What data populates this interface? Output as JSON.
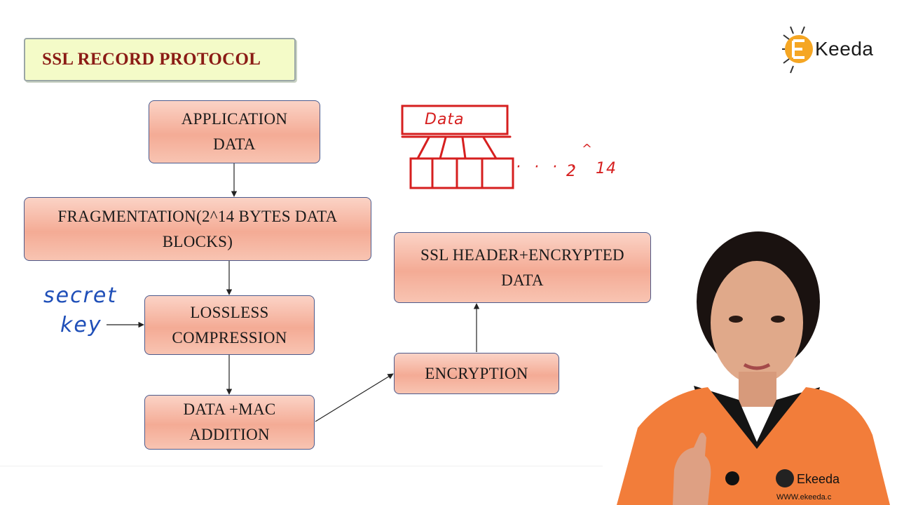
{
  "title": "SSL RECORD PROTOCOL",
  "logo": {
    "brand": "Keeda"
  },
  "flow": {
    "application_data": [
      "APPLICATION",
      "DATA"
    ],
    "fragmentation": [
      "FRAGMENTATION(2^14 BYTES DATA",
      "BLOCKS)"
    ],
    "lossless_compression": [
      "LOSSLESS",
      "COMPRESSION"
    ],
    "data_mac_addition": [
      "DATA +MAC",
      "ADDITION"
    ],
    "encryption": [
      "ENCRYPTION"
    ],
    "ssl_header": [
      "SSL HEADER+ENCRYPTED",
      "DATA"
    ]
  },
  "annotations": {
    "secret": "secret",
    "key": "key",
    "data_block_label": "Data",
    "ellipsis": "· · · ·",
    "power": "2",
    "exponent_caret": "^",
    "exponent": "14"
  },
  "shirt_logo": "Ekeeda",
  "shirt_url": "WWW.ekeeda.c",
  "colors": {
    "title_text": "#8b1c16",
    "title_bg": "#f4fbc8",
    "node_fill": "#f4ab95",
    "node_border": "#4c5a8c",
    "handwriting_blue": "#1f4fb8",
    "handwriting_red": "#d61f1f",
    "logo_orange": "#f5a623"
  }
}
